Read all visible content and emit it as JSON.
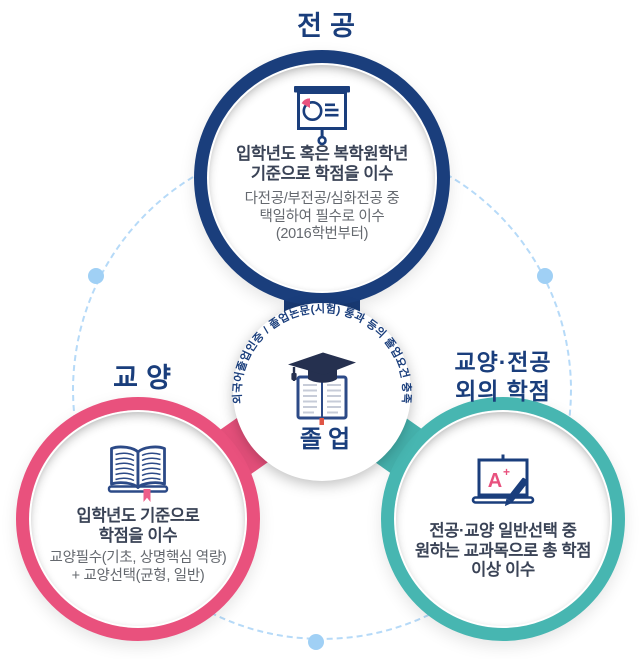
{
  "colors": {
    "navy": "#1a3e7c",
    "cap_dark": "#25304f",
    "pink": "#e9517d",
    "pink_accent": "#e8537f",
    "teal": "#47b6b1",
    "text_dark": "#3a4356",
    "text_gray": "#65696f",
    "dash_blue": "#b6daf8",
    "dot_blue": "#a0d0f5",
    "bookmark_red": "#e05545"
  },
  "diagram": {
    "major": {
      "title": "전공",
      "icon": "presentation-chart-icon",
      "bold_line1": "입학년도 혹은 복학원학년",
      "bold_line2": "기준으로 학점을 이수",
      "sub_line1": "다전공/부전공/심화전공 중",
      "sub_line2": "택일하여 필수로 이수",
      "sub_line3": "(2016학번부터)"
    },
    "liberal": {
      "title": "교양",
      "icon": "open-book-icon",
      "bold_line1": "입학년도 기준으로",
      "bold_line2": "학점을 이수",
      "sub_line1": "교양필수(기초, 상명핵심 역량)",
      "sub_line2": "+ 교양선택(균형, 일반)"
    },
    "other": {
      "title_line1": "교양·전공",
      "title_line2": "외의 학점",
      "icon": "laptop-grade-icon",
      "bold_line1": "전공·교양 일반선택 중",
      "bold_line2": "원하는 교과목으로 총 학점",
      "bold_line3": "이상 이수"
    },
    "center": {
      "arc_text": "외국어졸업인증 / 졸업논문(시험) 통과 등의 졸업요건 충족",
      "title": "졸업",
      "icon": "graduation-cap-book-icon"
    }
  }
}
